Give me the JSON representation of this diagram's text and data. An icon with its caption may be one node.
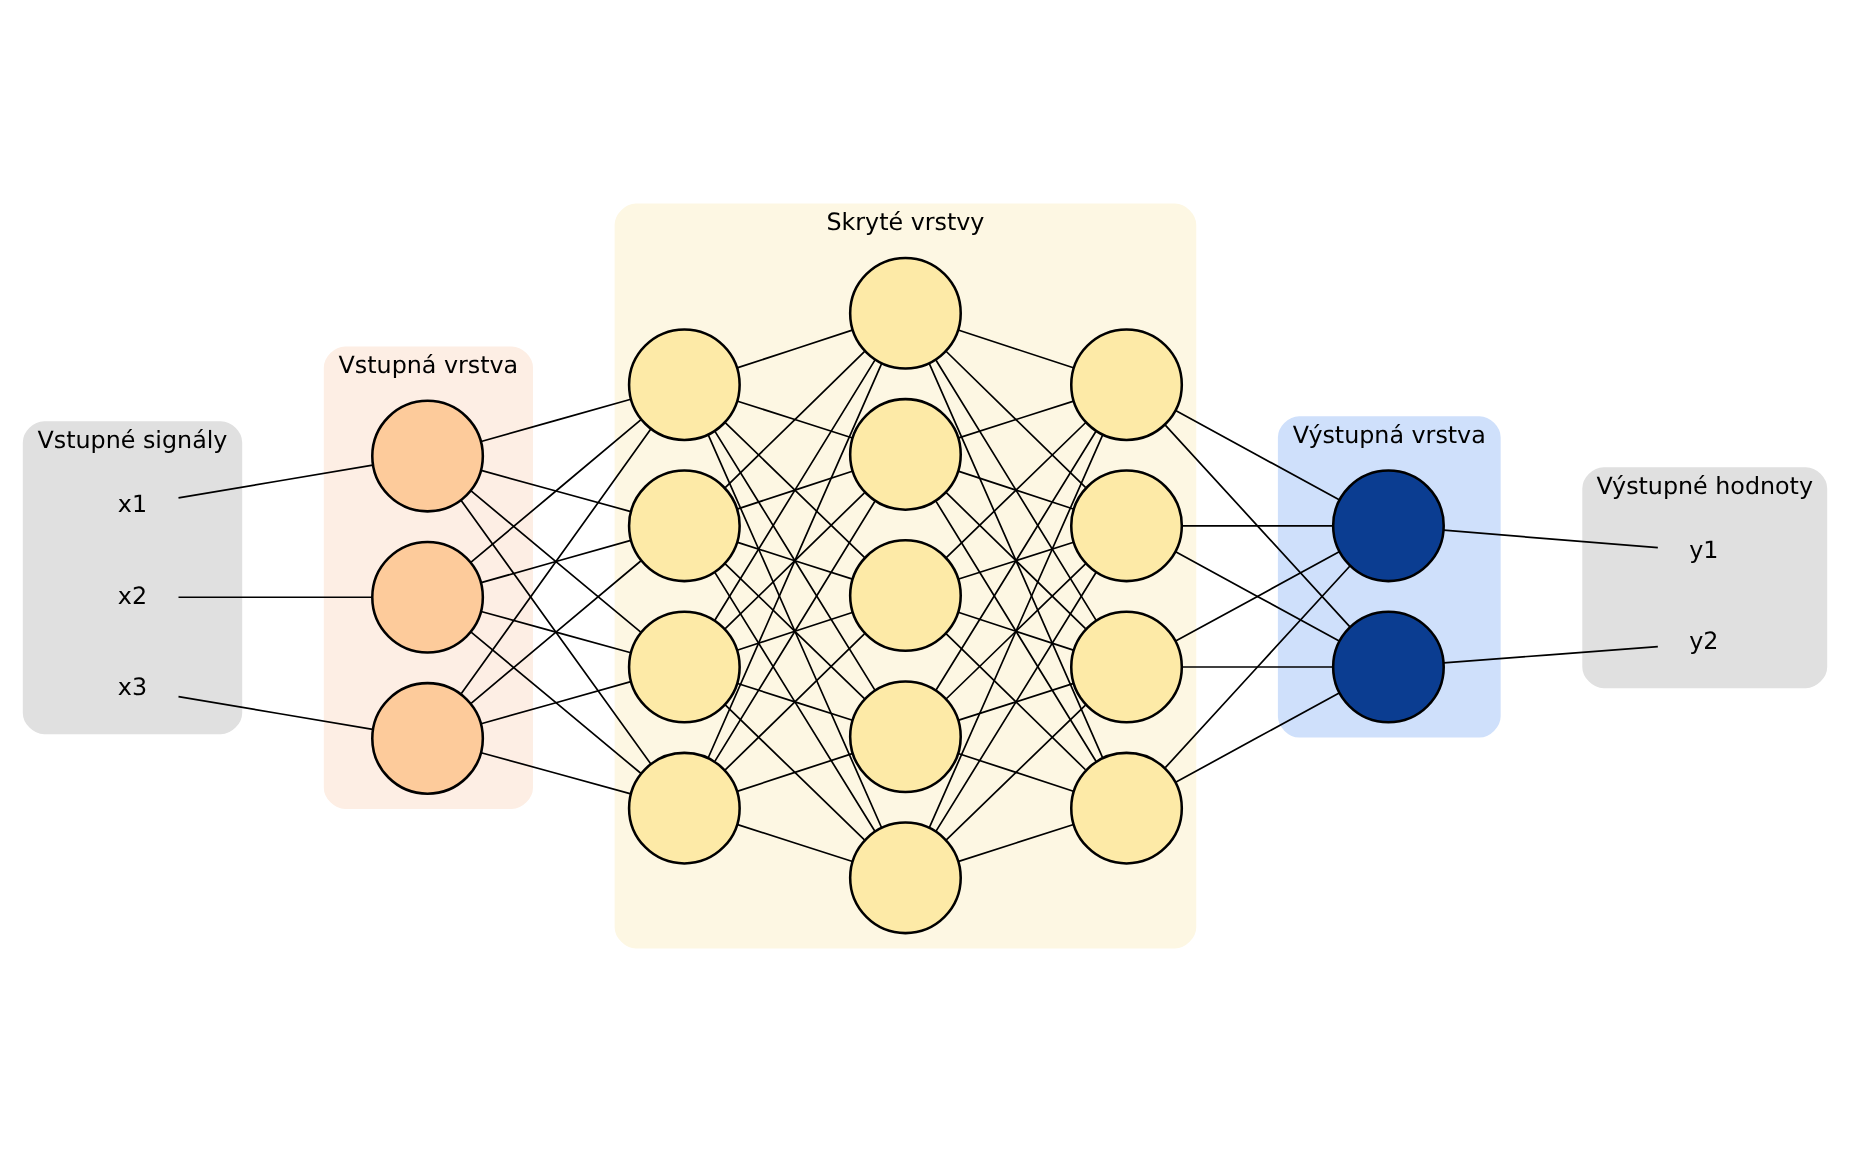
{
  "diagram": {
    "nodes": [
      {
        "text": [
          "Vstupné signály"
        ]
      },
      {
        "text": [
          "x1"
        ],
        "in": 0
      },
      {
        "text": [
          "x2"
        ],
        "in": 0
      },
      {
        "text": [
          "x3"
        ],
        "in": 0
      },
      {
        "text": [
          "Vstupná vrstva"
        ]
      },
      {
        "text": [],
        "shape": "circle",
        "in": 4
      },
      {
        "text": [],
        "shape": "circle",
        "in": 4
      },
      {
        "text": [],
        "shape": "circle",
        "in": 4
      },
      {
        "text": [
          "Skryté vrstvy"
        ]
      },
      {
        "text": [],
        "shape": "circle",
        "in": 8
      },
      {
        "text": [],
        "shape": "circle",
        "in": 8
      },
      {
        "text": [],
        "shape": "circle",
        "in": 8
      },
      {
        "text": [],
        "shape": "circle",
        "in": 8
      },
      {
        "text": [],
        "shape": "circle",
        "in": 8
      },
      {
        "text": [],
        "shape": "circle",
        "in": 8
      },
      {
        "text": [],
        "shape": "circle",
        "in": 8
      },
      {
        "text": [],
        "shape": "circle",
        "in": 8
      },
      {
        "text": [],
        "shape": "circle",
        "in": 8
      },
      {
        "text": [],
        "shape": "circle",
        "in": 8
      },
      {
        "text": [],
        "shape": "circle",
        "in": 8
      },
      {
        "text": [],
        "shape": "circle",
        "in": 8
      },
      {
        "text": [],
        "shape": "circle",
        "in": 8
      },
      {
        "text": [
          "Výstupná vrstva"
        ]
      },
      {
        "text": [],
        "shape": "circle",
        "in": 22
      },
      {
        "text": [],
        "shape": "circle",
        "in": 22
      },
      {
        "text": [
          "Výstupné hodnoty"
        ]
      },
      {
        "text": [
          "y1"
        ],
        "in": 25
      },
      {
        "text": [
          "y2"
        ],
        "in": 25
      }
    ],
    "edges": [
      {
        "from": 1,
        "to": 5,
        "arrow": "none"
      },
      {
        "from": 2,
        "to": 6,
        "arrow": "none"
      },
      {
        "from": 3,
        "to": 7,
        "arrow": "none"
      },
      {
        "from": 5,
        "to": 9,
        "arrow": "none"
      },
      {
        "from": 5,
        "to": 10,
        "arrow": "none"
      },
      {
        "from": 5,
        "to": 11,
        "arrow": "none"
      },
      {
        "from": 5,
        "to": 12,
        "arrow": "none"
      },
      {
        "from": 6,
        "to": 9,
        "arrow": "none"
      },
      {
        "from": 6,
        "to": 10,
        "arrow": "none"
      },
      {
        "from": 6,
        "to": 11,
        "arrow": "none"
      },
      {
        "from": 6,
        "to": 12,
        "arrow": "none"
      },
      {
        "from": 7,
        "to": 9,
        "arrow": "none"
      },
      {
        "from": 7,
        "to": 10,
        "arrow": "none"
      },
      {
        "from": 7,
        "to": 11,
        "arrow": "none"
      },
      {
        "from": 7,
        "to": 12,
        "arrow": "none"
      },
      {
        "from": 9,
        "to": 13,
        "arrow": "none"
      },
      {
        "from": 9,
        "to": 14,
        "arrow": "none"
      },
      {
        "from": 9,
        "to": 15,
        "arrow": "none"
      },
      {
        "from": 9,
        "to": 16,
        "arrow": "none"
      },
      {
        "from": 9,
        "to": 17,
        "arrow": "none"
      },
      {
        "from": 10,
        "to": 13,
        "arrow": "none"
      },
      {
        "from": 10,
        "to": 14,
        "arrow": "none"
      },
      {
        "from": 10,
        "to": 15,
        "arrow": "none"
      },
      {
        "from": 10,
        "to": 16,
        "arrow": "none"
      },
      {
        "from": 10,
        "to": 17,
        "arrow": "none"
      },
      {
        "from": 11,
        "to": 13,
        "arrow": "none"
      },
      {
        "from": 11,
        "to": 14,
        "arrow": "none"
      },
      {
        "from": 11,
        "to": 15,
        "arrow": "none"
      },
      {
        "from": 11,
        "to": 16,
        "arrow": "none"
      },
      {
        "from": 11,
        "to": 17,
        "arrow": "none"
      },
      {
        "from": 12,
        "to": 13,
        "arrow": "none"
      },
      {
        "from": 12,
        "to": 14,
        "arrow": "none"
      },
      {
        "from": 12,
        "to": 15,
        "arrow": "none"
      },
      {
        "from": 12,
        "to": 16,
        "arrow": "none"
      },
      {
        "from": 12,
        "to": 17,
        "arrow": "none"
      },
      {
        "from": 13,
        "to": 18,
        "arrow": "none"
      },
      {
        "from": 13,
        "to": 19,
        "arrow": "none"
      },
      {
        "from": 13,
        "to": 20,
        "arrow": "none"
      },
      {
        "from": 13,
        "to": 21,
        "arrow": "none"
      },
      {
        "from": 14,
        "to": 18,
        "arrow": "none"
      },
      {
        "from": 14,
        "to": 19,
        "arrow": "none"
      },
      {
        "from": 14,
        "to": 20,
        "arrow": "none"
      },
      {
        "from": 14,
        "to": 21,
        "arrow": "none"
      },
      {
        "from": 15,
        "to": 18,
        "arrow": "none"
      },
      {
        "from": 15,
        "to": 19,
        "arrow": "none"
      },
      {
        "from": 15,
        "to": 20,
        "arrow": "none"
      },
      {
        "from": 15,
        "to": 21,
        "arrow": "none"
      },
      {
        "from": 16,
        "to": 18,
        "arrow": "none"
      },
      {
        "from": 16,
        "to": 19,
        "arrow": "none"
      },
      {
        "from": 16,
        "to": 20,
        "arrow": "none"
      },
      {
        "from": 16,
        "to": 21,
        "arrow": "none"
      },
      {
        "from": 17,
        "to": 18,
        "arrow": "none"
      },
      {
        "from": 17,
        "to": 19,
        "arrow": "none"
      },
      {
        "from": 17,
        "to": 20,
        "arrow": "none"
      },
      {
        "from": 17,
        "to": 21,
        "arrow": "none"
      },
      {
        "from": 18,
        "to": 23,
        "arrow": "none"
      },
      {
        "from": 18,
        "to": 24,
        "arrow": "none"
      },
      {
        "from": 19,
        "to": 23,
        "arrow": "none"
      },
      {
        "from": 19,
        "to": 24,
        "arrow": "none"
      },
      {
        "from": 20,
        "to": 23,
        "arrow": "none"
      },
      {
        "from": 20,
        "to": 24,
        "arrow": "none"
      },
      {
        "from": 21,
        "to": 23,
        "arrow": "none"
      },
      {
        "from": 21,
        "to": 24,
        "arrow": "none"
      },
      {
        "from": 23,
        "to": 26,
        "arrow": "none"
      },
      {
        "from": 24,
        "to": 27,
        "arrow": "none"
      }
    ]
  }
}
